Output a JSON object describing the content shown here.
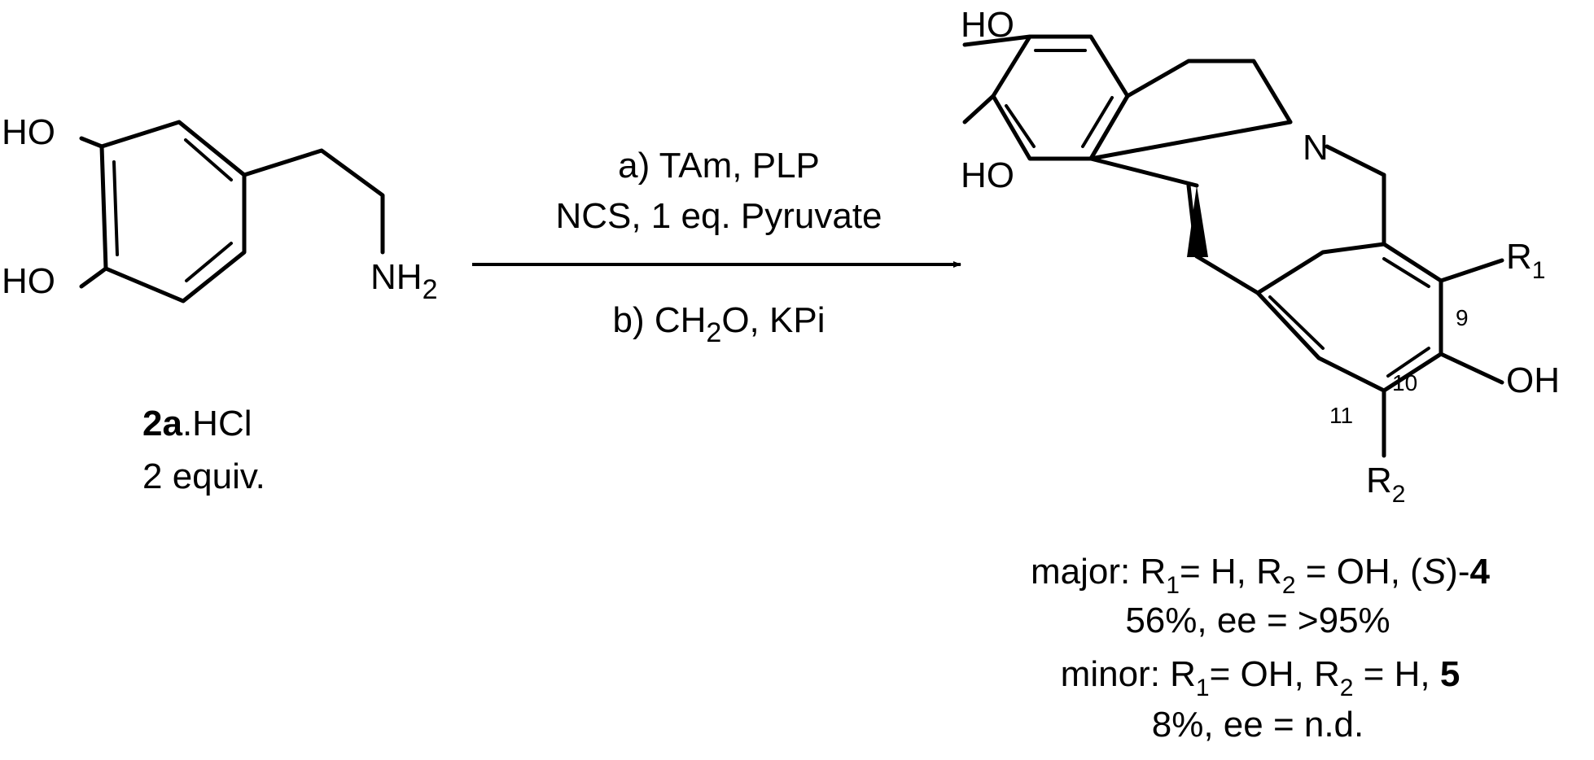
{
  "reactant": {
    "ho_top": "HO",
    "ho_bottom": "HO",
    "amine": "NH",
    "amine_sub": "2",
    "compound_id": "2a",
    "salt": ".HCl",
    "equiv": "2 equiv."
  },
  "conditions": {
    "line_a": "a) TAm, PLP",
    "line_a2": "NCS, 1 eq. Pyruvate",
    "line_b_1": "b) CH",
    "line_b_sub": "2",
    "line_b_2": "O, KPi"
  },
  "product": {
    "ho_top": "HO",
    "ho_bottom": "HO",
    "n_atom": "N",
    "r1": "R",
    "r1_sub": "1",
    "r2": "R",
    "r2_sub": "2",
    "oh": "OH",
    "pos9": "9",
    "pos10": "10",
    "pos11": "11"
  },
  "results": {
    "major": {
      "p1": "major: R",
      "s1": "1",
      "p2": "= H, R",
      "s2": "2",
      "p3": " = OH, (",
      "stereo": "S",
      "p4": ")-",
      "compound": "4"
    },
    "major_yield": "56%, ee = >95%",
    "minor": {
      "p1": "minor: R",
      "s1": "1",
      "p2": "= OH, R",
      "s2": "2",
      "p3": " = H, ",
      "compound": "5"
    },
    "minor_yield": "8%, ee = n.d."
  }
}
